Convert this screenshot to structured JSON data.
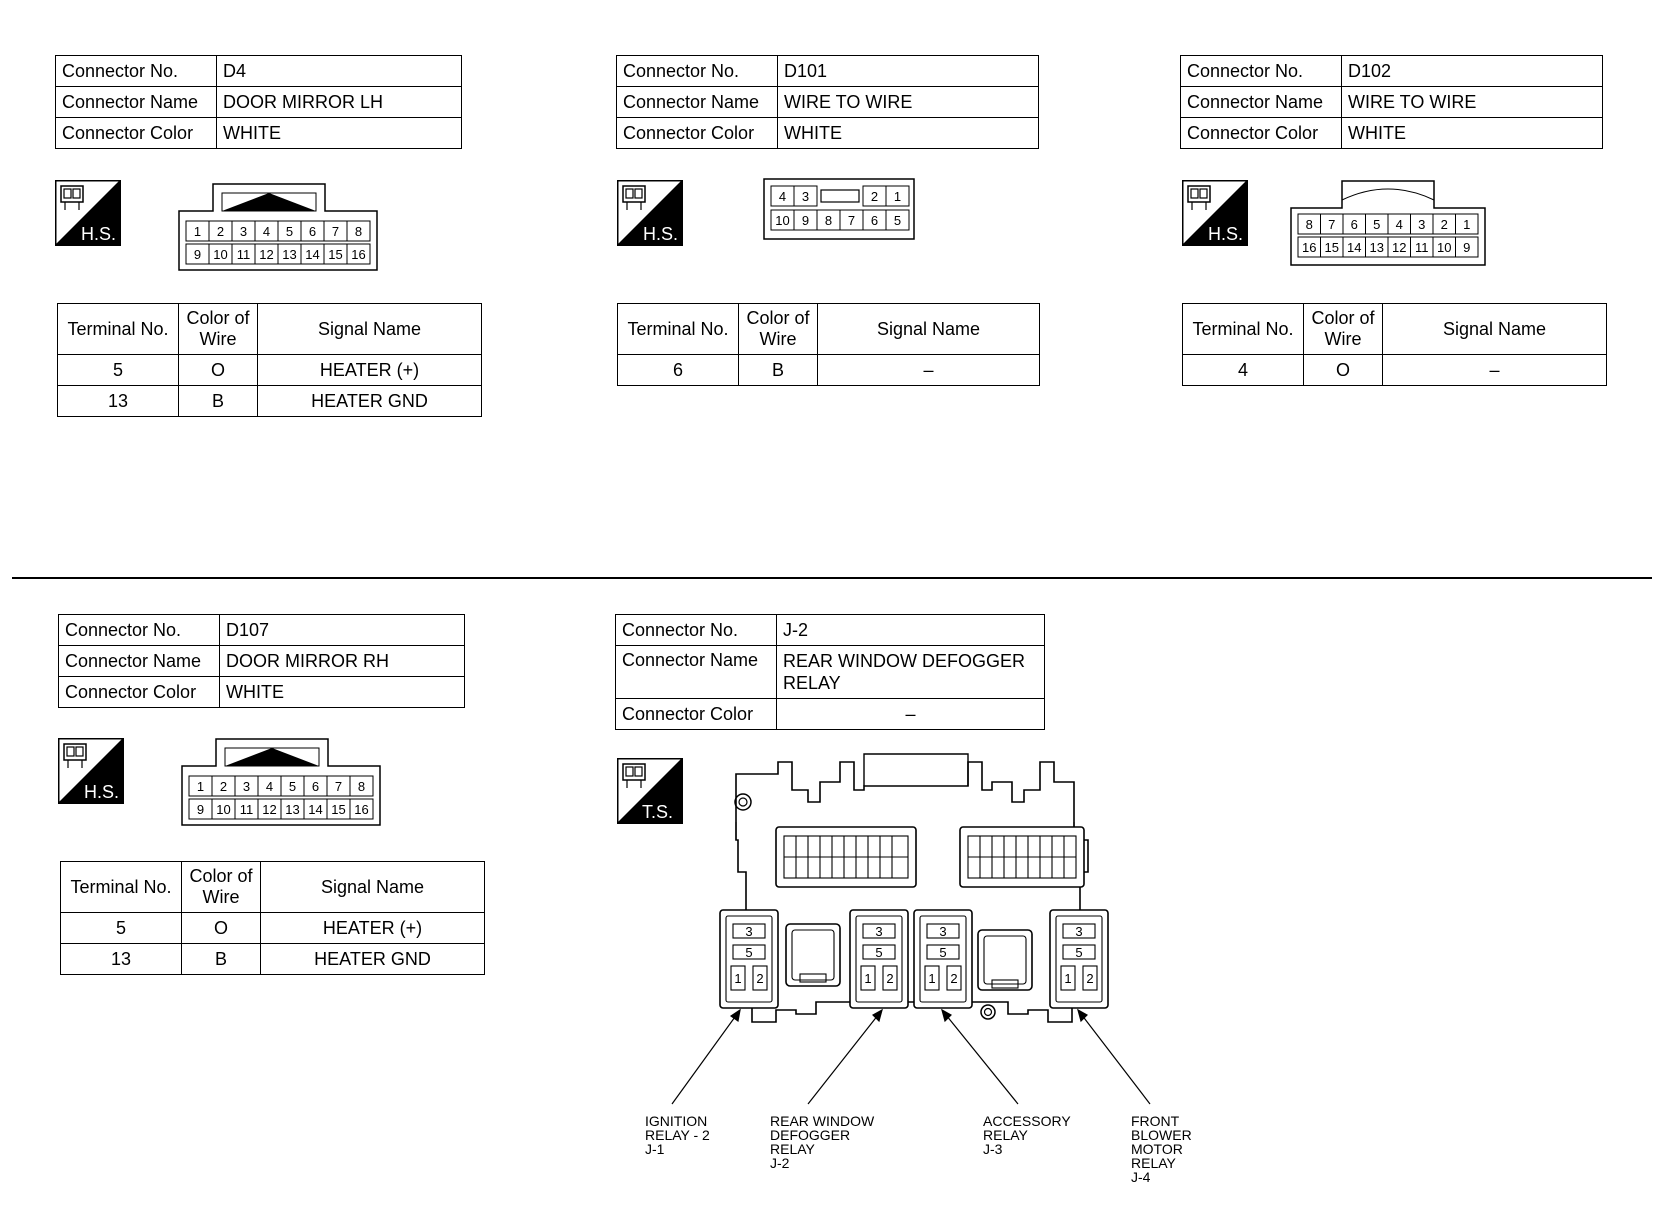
{
  "connectors": [
    {
      "id": "d4",
      "no_label": "Connector No.",
      "no": "D4",
      "name_label": "Connector Name",
      "name": "DOOR MIRROR LH",
      "color_label": "Connector Color",
      "color": "WHITE",
      "badge": "H.S.",
      "pins_top": [
        "1",
        "2",
        "3",
        "4",
        "5",
        "6",
        "7",
        "8"
      ],
      "pins_bottom": [
        "9",
        "10",
        "11",
        "12",
        "13",
        "14",
        "15",
        "16"
      ],
      "headers": {
        "terminal": "Terminal No.",
        "wire_color": "Color of Wire",
        "signal": "Signal Name"
      },
      "rows": [
        {
          "terminal": "5",
          "wire": "O",
          "signal": "HEATER (+)"
        },
        {
          "terminal": "13",
          "wire": "B",
          "signal": "HEATER GND"
        }
      ]
    },
    {
      "id": "d101",
      "no_label": "Connector No.",
      "no": "D101",
      "name_label": "Connector Name",
      "name": "WIRE TO WIRE",
      "color_label": "Connector Color",
      "color": "WHITE",
      "badge": "H.S.",
      "pins_top": [
        "4",
        "3",
        "2",
        "1"
      ],
      "pins_bottom": [
        "10",
        "9",
        "8",
        "7",
        "6",
        "5"
      ],
      "headers": {
        "terminal": "Terminal No.",
        "wire_color": "Color of Wire",
        "signal": "Signal Name"
      },
      "rows": [
        {
          "terminal": "6",
          "wire": "B",
          "signal": "–"
        }
      ]
    },
    {
      "id": "d102",
      "no_label": "Connector No.",
      "no": "D102",
      "name_label": "Connector Name",
      "name": "WIRE TO WIRE",
      "color_label": "Connector Color",
      "color": "WHITE",
      "badge": "H.S.",
      "pins_top": [
        "8",
        "7",
        "6",
        "5",
        "4",
        "3",
        "2",
        "1"
      ],
      "pins_bottom": [
        "16",
        "15",
        "14",
        "13",
        "12",
        "11",
        "10",
        "9"
      ],
      "headers": {
        "terminal": "Terminal No.",
        "wire_color": "Color of Wire",
        "signal": "Signal Name"
      },
      "rows": [
        {
          "terminal": "4",
          "wire": "O",
          "signal": "–"
        }
      ]
    },
    {
      "id": "d107",
      "no_label": "Connector No.",
      "no": "D107",
      "name_label": "Connector Name",
      "name": "DOOR MIRROR RH",
      "color_label": "Connector Color",
      "color": "WHITE",
      "badge": "H.S.",
      "pins_top": [
        "1",
        "2",
        "3",
        "4",
        "5",
        "6",
        "7",
        "8"
      ],
      "pins_bottom": [
        "9",
        "10",
        "11",
        "12",
        "13",
        "14",
        "15",
        "16"
      ],
      "headers": {
        "terminal": "Terminal No.",
        "wire_color": "Color of Wire",
        "signal": "Signal Name"
      },
      "rows": [
        {
          "terminal": "5",
          "wire": "O",
          "signal": "HEATER (+)"
        },
        {
          "terminal": "13",
          "wire": "B",
          "signal": "HEATER GND"
        }
      ]
    },
    {
      "id": "j2",
      "no_label": "Connector No.",
      "no": "J-2",
      "name_label": "Connector Name",
      "name_line1": "REAR WINDOW DEFOGGER",
      "name_line2": "RELAY",
      "color_label": "Connector Color",
      "color": "–",
      "badge": "T.S."
    }
  ],
  "relay_pins": {
    "top": "3",
    "mid": "5",
    "left": "1",
    "right": "2"
  },
  "callouts": [
    {
      "lines": [
        "IGNITION",
        "RELAY - 2",
        "J-1"
      ]
    },
    {
      "lines": [
        "REAR WINDOW",
        "DEFOGGER",
        "RELAY",
        "J-2"
      ]
    },
    {
      "lines": [
        "ACCESSORY",
        "RELAY",
        "J-3"
      ]
    },
    {
      "lines": [
        "FRONT",
        "BLOWER",
        "MOTOR",
        "RELAY",
        "J-4"
      ]
    }
  ],
  "colors": {
    "ink": "#000000",
    "paper": "#ffffff"
  }
}
